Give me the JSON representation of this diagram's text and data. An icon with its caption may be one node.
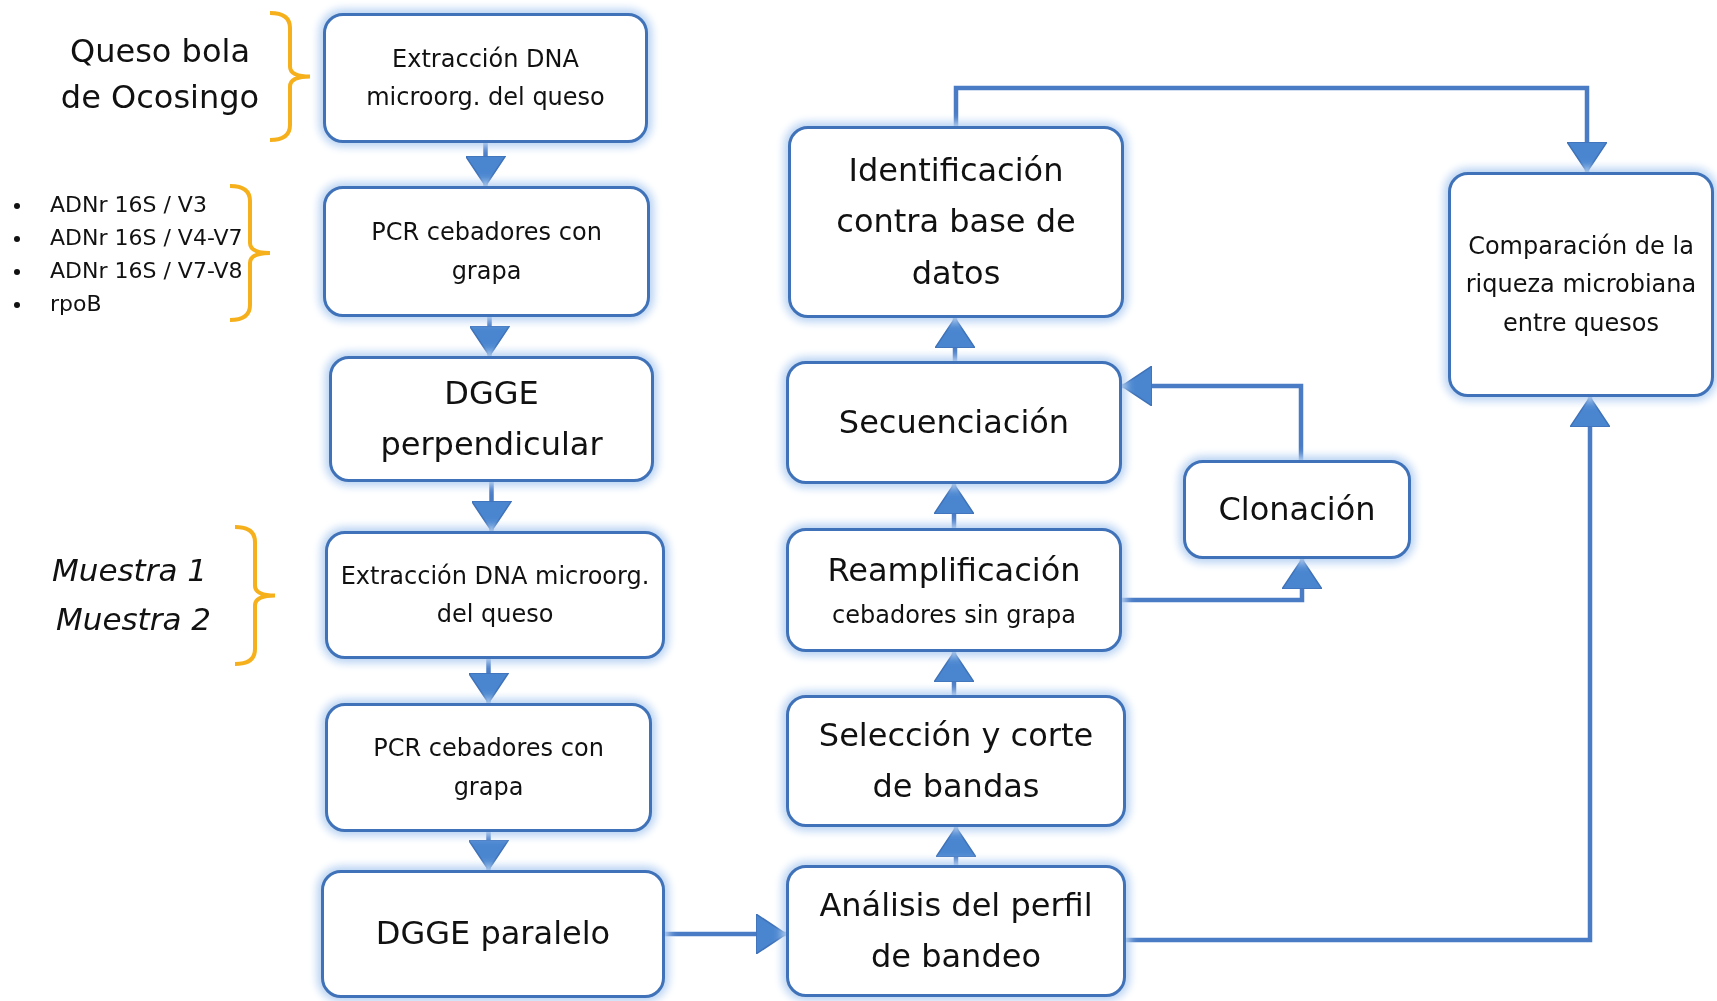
{
  "diagram": {
    "nodes": [
      {
        "text": [
          "Extracción DNA microorg. del queso"
        ]
      },
      {
        "text": [
          "PCR cebadores con grapa"
        ]
      },
      {
        "text": [
          "DGGE perpendicular"
        ]
      },
      {
        "text": [
          "Extracción DNA microorg. del queso"
        ]
      },
      {
        "text": [
          "PCR cebadores con grapa"
        ]
      },
      {
        "text": [
          "DGGE paralelo"
        ]
      },
      {
        "text": [
          "Análisis del perfil de bandeo"
        ]
      },
      {
        "text": [
          "Selección y corte de bandas"
        ]
      },
      {
        "text": [
          "Reamplificación",
          "cebadores sin grapa"
        ]
      },
      {
        "text": [
          "Secuenciación"
        ]
      },
      {
        "text": [
          "Clonación"
        ]
      },
      {
        "text": [
          "Identificación contra base de datos"
        ]
      },
      {
        "text": [
          "Comparación de la riqueza microbiana entre quesos"
        ]
      }
    ],
    "edges": [
      {
        "from": 0,
        "to": 1,
        "arrow": "to"
      },
      {
        "from": 1,
        "to": 2,
        "arrow": "to"
      },
      {
        "from": 2,
        "to": 3,
        "arrow": "to"
      },
      {
        "from": 3,
        "to": 4,
        "arrow": "to"
      },
      {
        "from": 4,
        "to": 5,
        "arrow": "to"
      },
      {
        "from": 5,
        "to": 6,
        "arrow": "to"
      },
      {
        "from": 6,
        "to": 7,
        "arrow": "to"
      },
      {
        "from": 7,
        "to": 8,
        "arrow": "to"
      },
      {
        "from": 8,
        "to": 9,
        "arrow": "to"
      },
      {
        "from": 9,
        "to": 11,
        "arrow": "to"
      },
      {
        "from": 8,
        "to": 10,
        "arrow": "to"
      },
      {
        "from": 10,
        "to": 9,
        "arrow": "to"
      },
      {
        "from": 11,
        "to": 12,
        "arrow": "to"
      },
      {
        "from": 6,
        "to": 12,
        "arrow": "to"
      }
    ],
    "labels": [
      "Queso bola de Ocosingo",
      "ADNr 16S / V3",
      "ADNr 16S / V4-V7",
      "ADNr 16S / V7-V8",
      "rpoB",
      "Muestra 1",
      "Muestra 2"
    ]
  }
}
